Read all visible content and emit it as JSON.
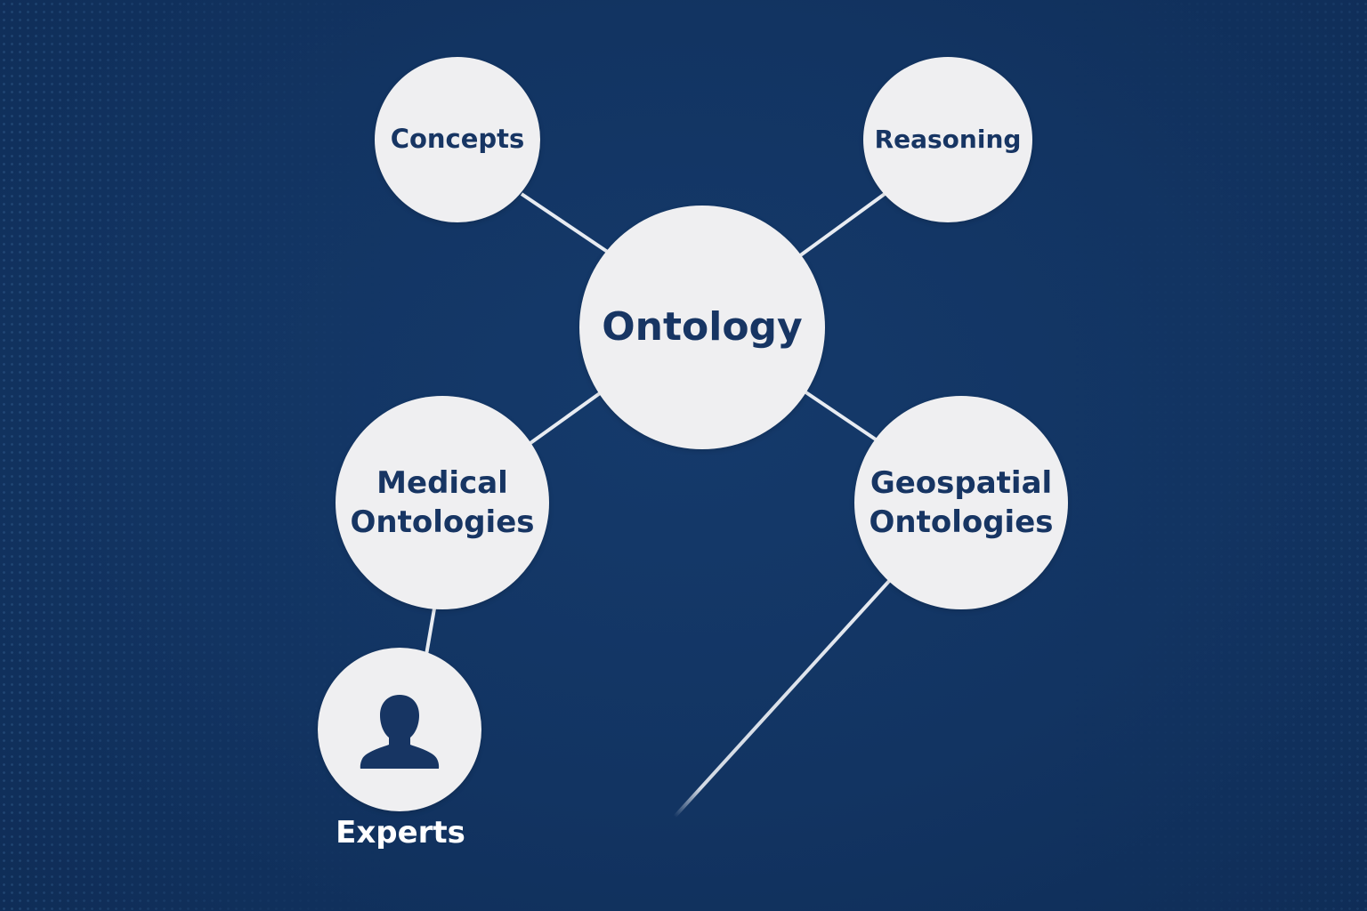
{
  "diagram": {
    "nodes": {
      "center": {
        "label": "Ontology"
      },
      "concepts": {
        "label": "Concepts"
      },
      "reasoning": {
        "label": "Reasoning"
      },
      "medical": {
        "line1": "Medical",
        "line2": "Ontologies"
      },
      "geospatial": {
        "line1": "Geospatial",
        "line2": "Ontologies"
      },
      "experts": {
        "icon": "person-icon",
        "caption": "Experts"
      }
    },
    "edges": [
      [
        "Ontology",
        "Concepts"
      ],
      [
        "Ontology",
        "Reasoning"
      ],
      [
        "Ontology",
        "Medical Ontologies"
      ],
      [
        "Ontology",
        "Geospatial Ontologies"
      ],
      [
        "Medical Ontologies",
        "Experts"
      ],
      [
        "Geospatial Ontologies",
        "unlabeled endpoint"
      ]
    ]
  },
  "colors": {
    "background": "#123462",
    "node_fill": "#efeff1",
    "node_text": "#173563",
    "edge": "#e8ecf2",
    "caption_text": "#ffffff"
  }
}
